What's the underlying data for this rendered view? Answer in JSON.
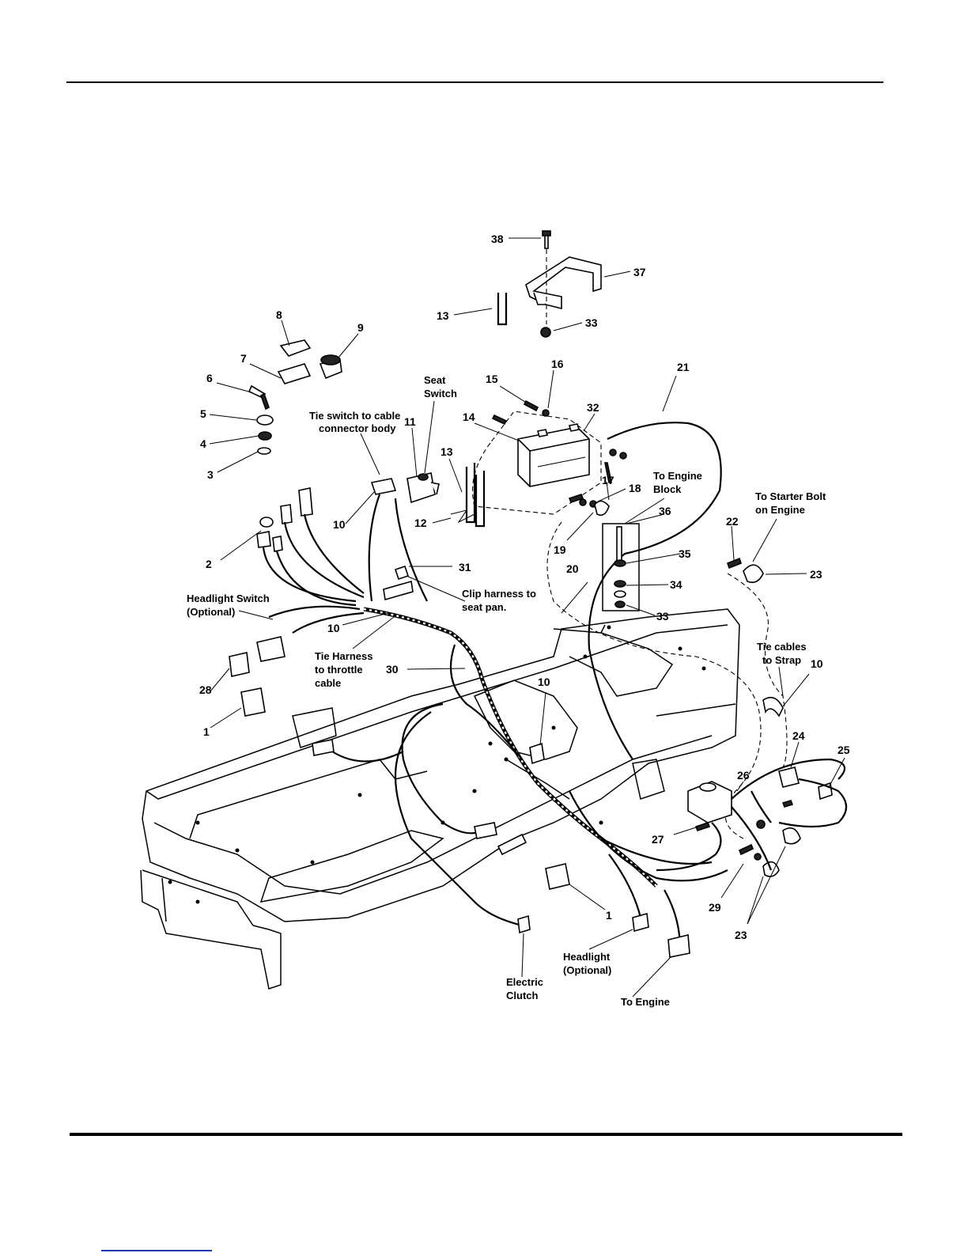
{
  "callouts": {
    "c38": "38",
    "c37": "37",
    "c13a": "13",
    "c33a": "33",
    "c8": "8",
    "c9": "9",
    "c7": "7",
    "c6": "6",
    "c5": "5",
    "c4": "4",
    "c3": "3",
    "c16": "16",
    "c15": "15",
    "c21": "21",
    "c32": "32",
    "c14": "14",
    "c11": "11",
    "c13b": "13",
    "c12": "12",
    "c10a": "10",
    "c2": "2",
    "c17": "17",
    "c18": "18",
    "c36": "36",
    "c22": "22",
    "c23a": "23",
    "c19": "19",
    "c35": "35",
    "c31": "31",
    "c20": "20",
    "c34": "34",
    "c33b": "33",
    "c10b": "10",
    "c30": "30",
    "c28": "28",
    "c1a": "1",
    "c10c": "10",
    "c10d": "10",
    "c24": "24",
    "c25": "25",
    "c26": "26",
    "c27": "27",
    "c29": "29",
    "c23b": "23",
    "c1b": "1"
  },
  "notes": {
    "seat_switch_1": "Seat",
    "seat_switch_2": "Switch",
    "tie_switch_1": "Tie switch to cable",
    "tie_switch_2": "connector body",
    "engine_block_1": "To Engine",
    "engine_block_2": "Block",
    "starter_bolt_1": "To Starter Bolt",
    "starter_bolt_2": "on Engine",
    "clip_harness_1": "Clip harness to",
    "clip_harness_2": "seat pan.",
    "headlight_switch_1": "Headlight Switch",
    "headlight_switch_2": "(Optional)",
    "tie_harness_1": "Tie Harness",
    "tie_harness_2": "to throttle",
    "tie_harness_3": "cable",
    "tie_cables_1": "Tie cables",
    "tie_cables_2": "to Strap",
    "headlight_1": "Headlight",
    "headlight_2": "(Optional)",
    "electric_clutch_1": "Electric",
    "electric_clutch_2": "Clutch",
    "to_engine": "To Engine"
  }
}
